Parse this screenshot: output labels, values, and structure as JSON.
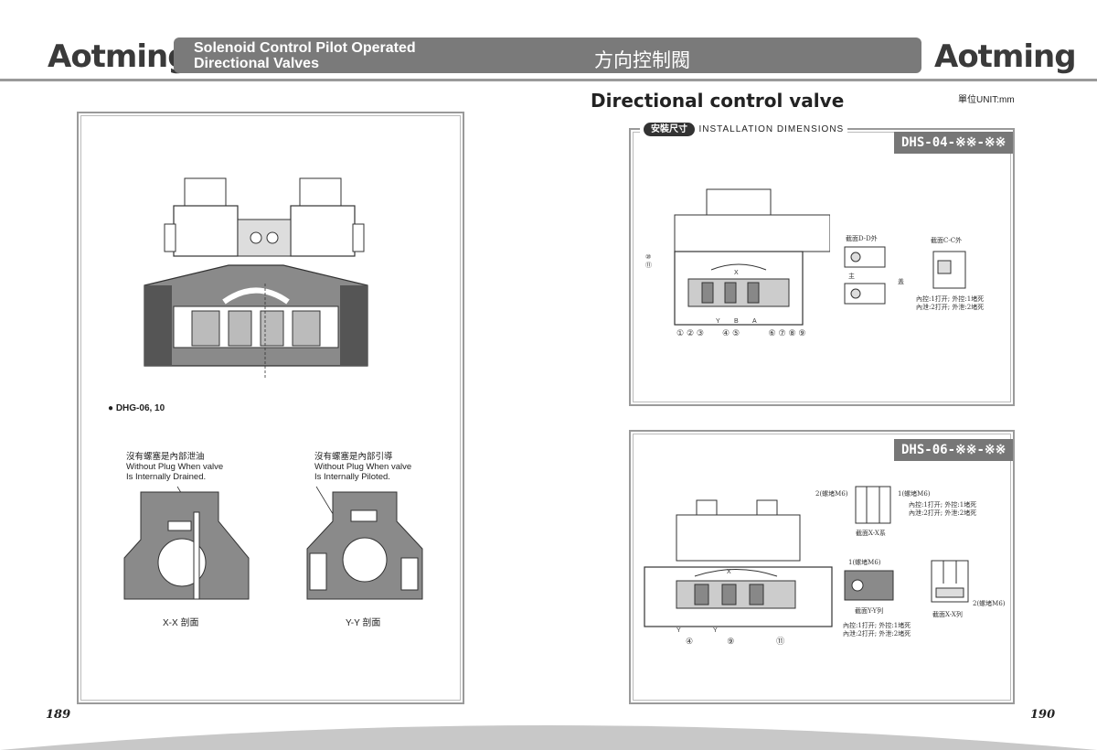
{
  "header": {
    "logo_left": "Aotming",
    "logo_right": "Aotming",
    "title_en_line1": "Solenoid Control Pilot Operated",
    "title_en_line2": "Directional Valves",
    "title_cn": "方向控制閥"
  },
  "right_page": {
    "section_title": "Directional control valve",
    "unit": "單位UNIT:mm",
    "install_badge": "安裝尺寸",
    "install_label": "INSTALLATION DIMENSIONS",
    "model_04": "DHS-04-※※-※※",
    "model_06": "DHS-06-※※-※※",
    "d04": {
      "sec_dd": "截面D-D外",
      "sec_cc": "截面C-C外",
      "note1": "內控:1打开; 外控:1堵死",
      "note2": "內泄:2打开; 外泄:2堵死",
      "label_zhu": "主",
      "label_gai": "盖",
      "nums_left": [
        "①",
        "②",
        "③"
      ],
      "nums_mid": [
        "④",
        "⑤"
      ],
      "nums_right": [
        "⑥",
        "⑦",
        "⑧",
        "⑨"
      ],
      "nums_side": [
        "⑩",
        "⑪"
      ]
    },
    "d06": {
      "plug1": "1(螺堵M6)",
      "plug2": "2(螺堵M6)",
      "sec_xx": "截面X-X系",
      "sec_yy": "截面Y-Y列",
      "sec_xx2": "截面X-X列",
      "note1": "內控:1打开; 外控:1堵死",
      "note2": "內泄:2打开; 外泄:2堵死",
      "nums": [
        "④",
        "⑨",
        "⑪"
      ]
    }
  },
  "left_page": {
    "model_label": "DHG-06, 10",
    "drain_cn": "沒有螺塞是內部泄油",
    "drain_en1": "Without Plug When valve",
    "drain_en2": "Is Internally Drained.",
    "pilot_cn": "沒有螺塞是內部引導",
    "pilot_en1": "Without Plug When valve",
    "pilot_en2": "Is Internally Piloted.",
    "xx_label": "X-X 剖面",
    "yy_label": "Y-Y 剖面"
  },
  "footer": {
    "page_left": "189",
    "page_right": "190"
  },
  "colors": {
    "banner": "#7a7a7a",
    "body_fill": "#888888",
    "dark_fill": "#444444"
  }
}
